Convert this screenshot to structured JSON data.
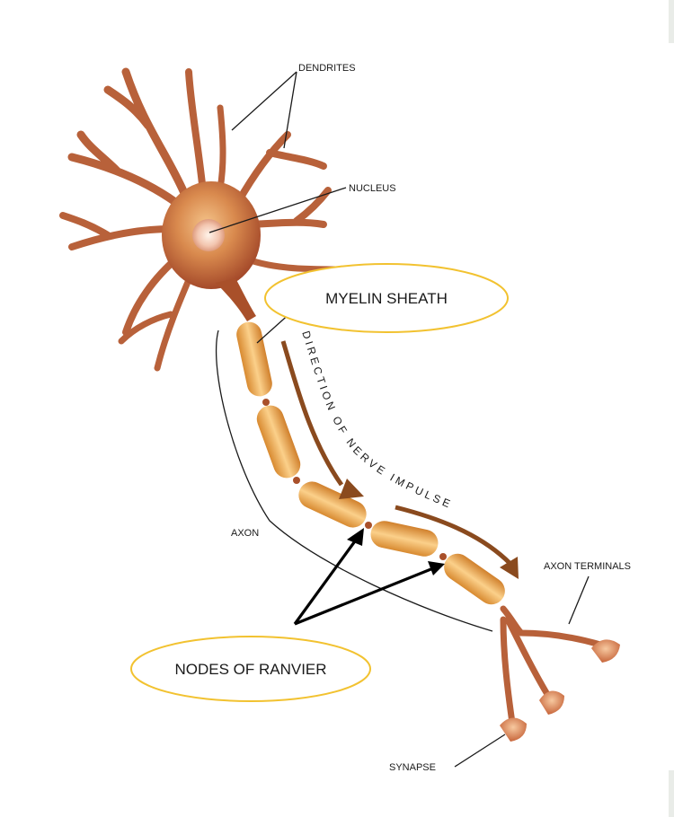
{
  "labels": {
    "dendrites": "DENDRITES",
    "nucleus": "NUCLEUS",
    "myelin_sheath": "MYELIN SHEATH",
    "direction": "DIRECTION OF NERVE IMPULSE",
    "axon": "AXON",
    "axon_terminals": "AXON TERMINALS",
    "nodes_of_ranvier": "NODES OF RANVIER",
    "synapse": "SYNAPSE"
  },
  "colors": {
    "highlight_ellipse": "#f2c230",
    "soma": "#b05a2e",
    "branch": "#b8613a",
    "myelin": "#e9a94c",
    "impulse_arrow": "#8a4a1e"
  }
}
